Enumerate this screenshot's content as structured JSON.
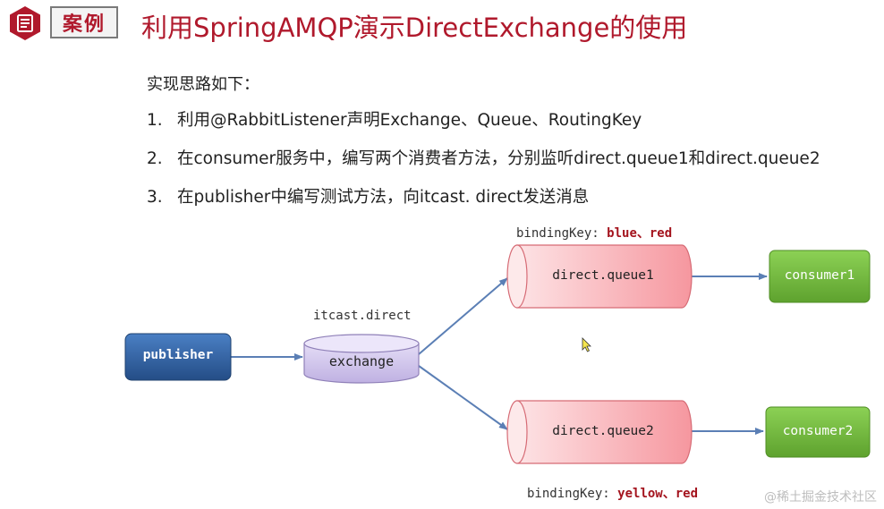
{
  "header": {
    "badge_label": "案例",
    "title": "利用SpringAMQP演示DirectExchange的使用"
  },
  "intro": "实现思路如下：",
  "steps": [
    {
      "num": "1.",
      "text": "利用@RabbitListener声明Exchange、Queue、RoutingKey"
    },
    {
      "num": "2.",
      "text": "在consumer服务中，编写两个消费者方法，分别监听direct.queue1和direct.queue2"
    },
    {
      "num": "3.",
      "text": "在publisher中编写测试方法，向itcast. direct发送消息"
    }
  ],
  "diagram": {
    "publisher": "publisher",
    "exchange": "exchange",
    "exchange_name": "itcast.direct",
    "queue1": "direct.queue1",
    "queue2": "direct.queue2",
    "consumer1": "consumer1",
    "consumer2": "consumer2",
    "binding1_label": "bindingKey:",
    "binding1_keys": "blue、red",
    "binding2_label": "bindingKey:",
    "binding2_keys": "yellow、red"
  },
  "watermark": "@稀土掘金技术社区",
  "colors": {
    "accent": "#b0192c",
    "publisher": "#2f5f9e",
    "exchange": "#cbbfe8",
    "queue": "#f7a6ac",
    "consumer": "#6fb63a",
    "arrow": "#5b7fb5"
  },
  "icons": {
    "badge": "document-icon"
  }
}
